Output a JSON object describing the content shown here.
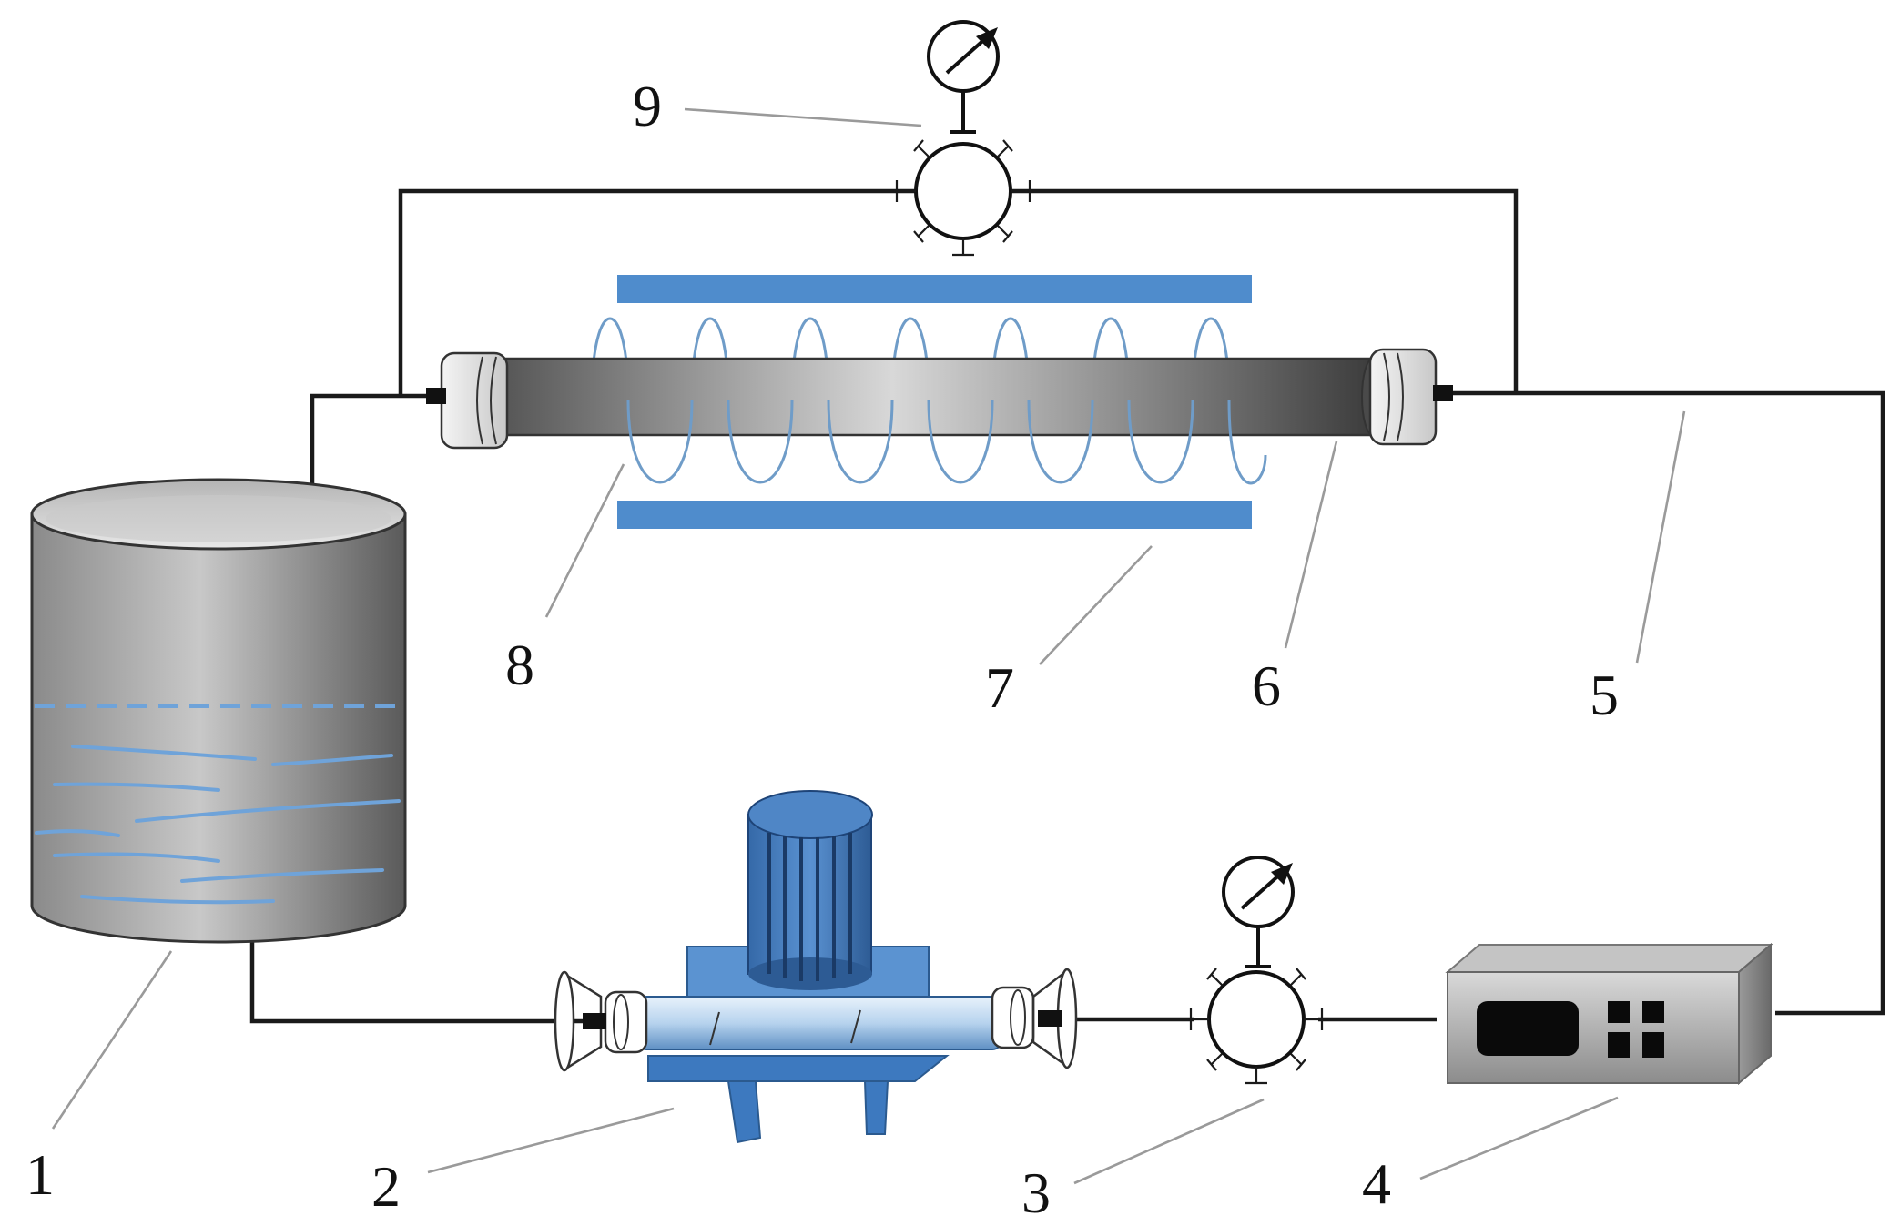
{
  "callouts": [
    {
      "id": "1",
      "label": "1"
    },
    {
      "id": "2",
      "label": "2"
    },
    {
      "id": "3",
      "label": "3"
    },
    {
      "id": "4",
      "label": "4"
    },
    {
      "id": "5",
      "label": "5"
    },
    {
      "id": "6",
      "label": "6"
    },
    {
      "id": "7",
      "label": "7"
    },
    {
      "id": "8",
      "label": "8"
    },
    {
      "id": "9",
      "label": "9"
    }
  ],
  "colors": {
    "pipe": "#1a1a1a",
    "leader": "#9a9a9a",
    "blue_plate": "#4f8ccc",
    "coil": "#6f9cc8",
    "pump_blue": "#3d79bf",
    "water_line": "#6fa3d9"
  },
  "icons": [
    "tank",
    "pump",
    "pressure-gauge",
    "control-box",
    "tube",
    "heating-plate",
    "coil"
  ]
}
